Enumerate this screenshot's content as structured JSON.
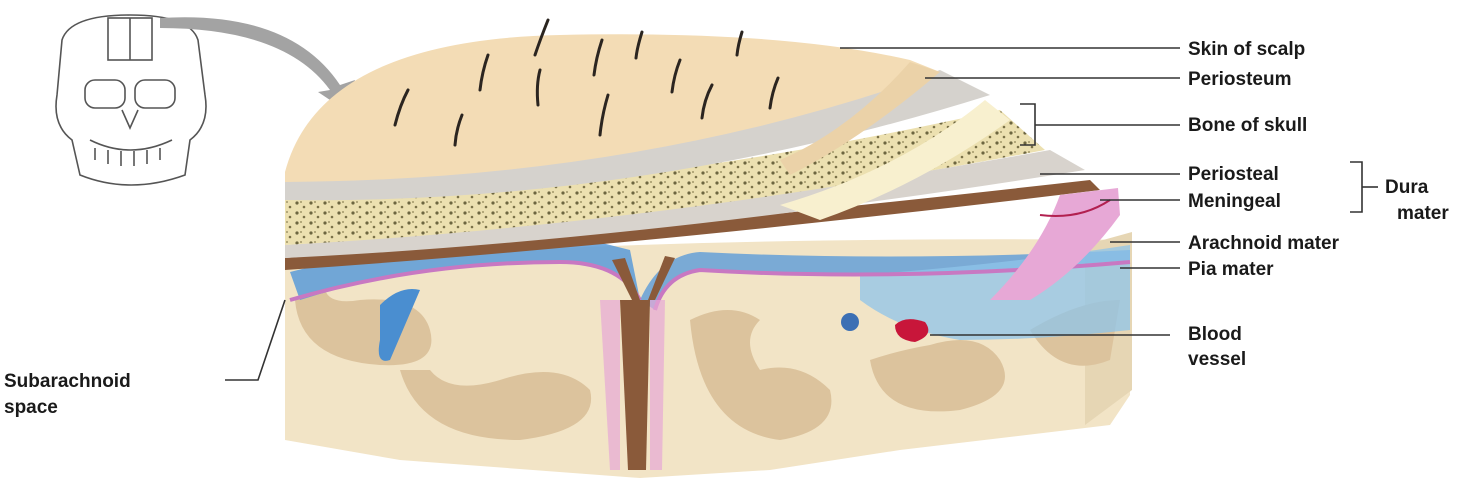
{
  "labels": {
    "skin_of_scalp": "Skin of scalp",
    "periosteum": "Periosteum",
    "bone_of_skull": "Bone of skull",
    "periosteal": "Periosteal",
    "meningeal": "Meningeal",
    "dura": "Dura",
    "mater": "mater",
    "arachnoid_mater": "Arachnoid mater",
    "pia_mater": "Pia mater",
    "blood": "Blood",
    "vessel": "vessel",
    "subarachnoid": "Subarachnoid",
    "space": "space"
  },
  "colors": {
    "scalp": "#f3dcb5",
    "periosteum": "#dcd7cf",
    "bone": "#e9dcaa",
    "dura_periosteal": "#d8d3cd",
    "dura_meningeal": "#8a5a3a",
    "arachnoid": "#e7a8d6",
    "subarachnoid_space": "#5b9bd8",
    "pia": "#c878c2",
    "gray_matter": "#dcc39d",
    "white_matter": "#f2e4c6",
    "blood_vessel": "#c8163a",
    "arrow": "#9a9a9a",
    "leader_line": "#333333"
  }
}
